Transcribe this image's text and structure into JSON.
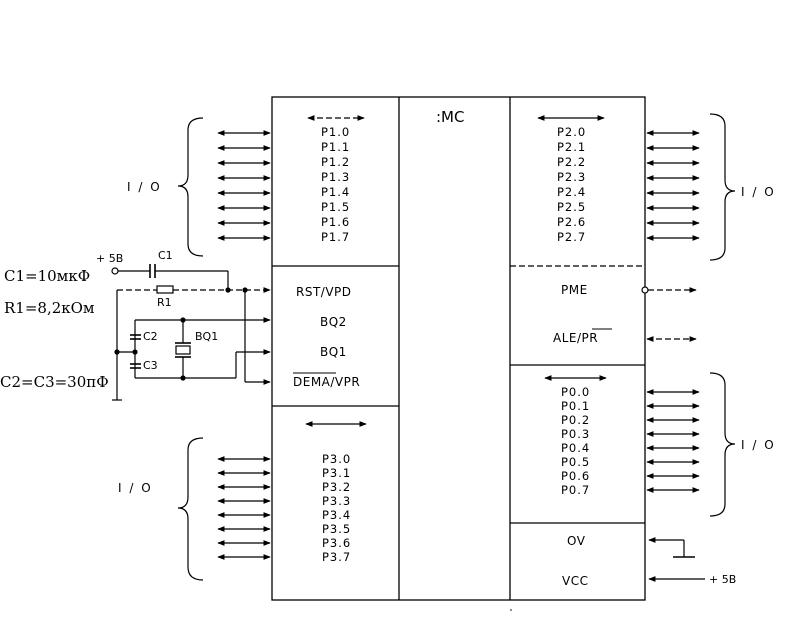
{
  "chip": {
    "title": ":MC",
    "port1": [
      "P1.0",
      "P1.1",
      "P1.2",
      "P1.3",
      "P1.4",
      "P1.5",
      "P1.6",
      "P1.7"
    ],
    "port2": [
      "P2.0",
      "P2.1",
      "P2.2",
      "P2.3",
      "P2.4",
      "P2.5",
      "P2.6",
      "P2.7"
    ],
    "port3": [
      "P3.0",
      "P3.1",
      "P3.2",
      "P3.3",
      "P3.4",
      "P3.5",
      "P3.6",
      "P3.7"
    ],
    "port0": [
      "P0.0",
      "P0.1",
      "P0.2",
      "P0.3",
      "P0.4",
      "P0.5",
      "P0.6",
      "P0.7"
    ],
    "left_controls": {
      "rst": "RST/VPD",
      "bq2": "BQ2",
      "bq1": "BQ1",
      "dema": "DEMA/VPR"
    },
    "right_controls": {
      "pme": "PME",
      "ale_prefix": "ALE/",
      "ale_bar": "PR",
      "ov": "OV",
      "vcc": "VCC"
    }
  },
  "labels": {
    "io": "I / O",
    "c1_value": "C1=10мкФ",
    "r1_value": "R1=8,2кОм",
    "c23_value": "C2=C3=30пФ",
    "plus5v_left": "+ 5В",
    "plus5v_right": "+ 5В",
    "c1": "C1",
    "r1": "R1",
    "c2": "C2",
    "c3": "C3",
    "bq1": "BQ1"
  }
}
